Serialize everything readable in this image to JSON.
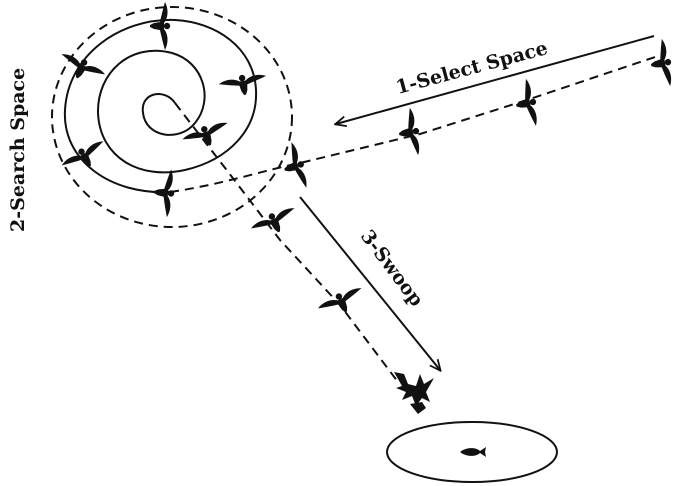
{
  "diagram": {
    "phases": [
      {
        "id": "select",
        "label": "1-Select Space"
      },
      {
        "id": "search",
        "label": "2-Search Space"
      },
      {
        "id": "swoop",
        "label": "3-Swoop"
      }
    ],
    "stroke_color": "#111111",
    "background": "#ffffff",
    "icons": {
      "bird": "soaring-bird-icon",
      "eagle": "diving-eagle-icon",
      "fish": "fish-icon"
    }
  }
}
